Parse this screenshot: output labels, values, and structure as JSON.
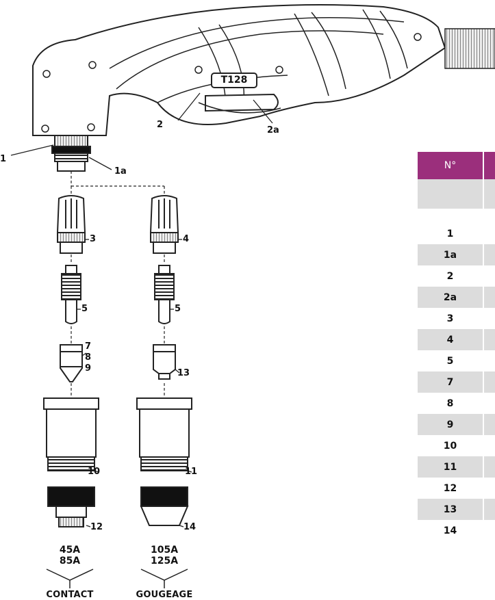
{
  "torch": {
    "model": "T128"
  },
  "labels": [
    "1",
    "1a",
    "2",
    "2a",
    "3",
    "4",
    "5",
    "5",
    "7",
    "8",
    "9",
    "13",
    "10",
    "11",
    "12",
    "14"
  ],
  "columns": [
    {
      "amps": [
        "45A",
        "85A"
      ],
      "mode": "CONTACT"
    },
    {
      "amps": [
        "105A",
        "125A"
      ],
      "mode": "GOUGEAGE"
    }
  ],
  "table": {
    "header": "N°",
    "rows": [
      "",
      "1",
      "1a",
      "2",
      "2a",
      "3",
      "4",
      "5",
      "7",
      "8",
      "9",
      "10",
      "11",
      "12",
      "13",
      "14"
    ]
  },
  "colors": {
    "header": "#9b2f7c",
    "stripe": "#dcdcdc",
    "line": "#222222"
  }
}
